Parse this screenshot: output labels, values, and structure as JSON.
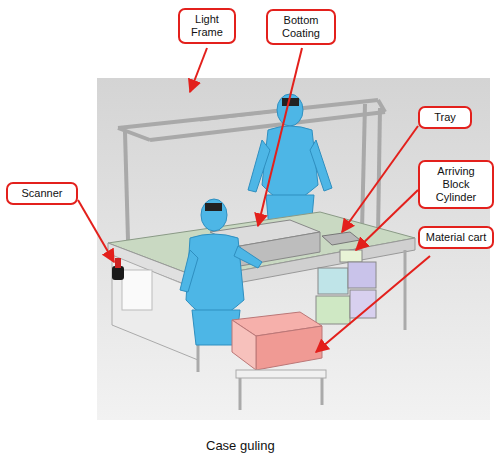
{
  "diagram": {
    "caption": "Case guling",
    "nodes": [
      {
        "text": [
          "Light Frame"
        ]
      },
      {
        "text": [
          "Bottom Coating"
        ]
      },
      {
        "text": [
          "Tray"
        ]
      },
      {
        "text": [
          "Arriving Block Cylinder"
        ]
      },
      {
        "text": [
          "Scanner"
        ]
      },
      {
        "text": [
          "Material cart"
        ]
      }
    ]
  }
}
